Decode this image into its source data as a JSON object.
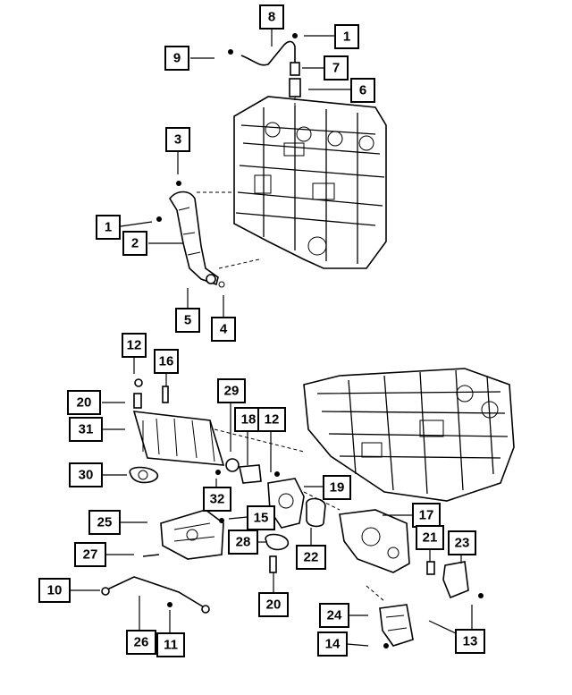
{
  "callouts": [
    {
      "id": "c1a",
      "label": "1"
    },
    {
      "id": "c8",
      "label": "8"
    },
    {
      "id": "c9",
      "label": "9"
    },
    {
      "id": "c7",
      "label": "7"
    },
    {
      "id": "c6",
      "label": "6"
    },
    {
      "id": "c3",
      "label": "3"
    },
    {
      "id": "c1b",
      "label": "1"
    },
    {
      "id": "c2",
      "label": "2"
    },
    {
      "id": "c5",
      "label": "5"
    },
    {
      "id": "c4",
      "label": "4"
    },
    {
      "id": "c12a",
      "label": "12"
    },
    {
      "id": "c16",
      "label": "16"
    },
    {
      "id": "c20a",
      "label": "20"
    },
    {
      "id": "c29",
      "label": "29"
    },
    {
      "id": "c31",
      "label": "31"
    },
    {
      "id": "c18",
      "label": "18"
    },
    {
      "id": "c12b",
      "label": "12"
    },
    {
      "id": "c30",
      "label": "30"
    },
    {
      "id": "c32",
      "label": "32"
    },
    {
      "id": "c19",
      "label": "19"
    },
    {
      "id": "c25",
      "label": "25"
    },
    {
      "id": "c15",
      "label": "15"
    },
    {
      "id": "c17",
      "label": "17"
    },
    {
      "id": "c27",
      "label": "27"
    },
    {
      "id": "c28",
      "label": "28"
    },
    {
      "id": "c22",
      "label": "22"
    },
    {
      "id": "c21",
      "label": "21"
    },
    {
      "id": "c23",
      "label": "23"
    },
    {
      "id": "c10",
      "label": "10"
    },
    {
      "id": "c20b",
      "label": "20"
    },
    {
      "id": "c24",
      "label": "24"
    },
    {
      "id": "c26",
      "label": "26"
    },
    {
      "id": "c11",
      "label": "11"
    },
    {
      "id": "c14",
      "label": "14"
    },
    {
      "id": "c13",
      "label": "13"
    }
  ]
}
